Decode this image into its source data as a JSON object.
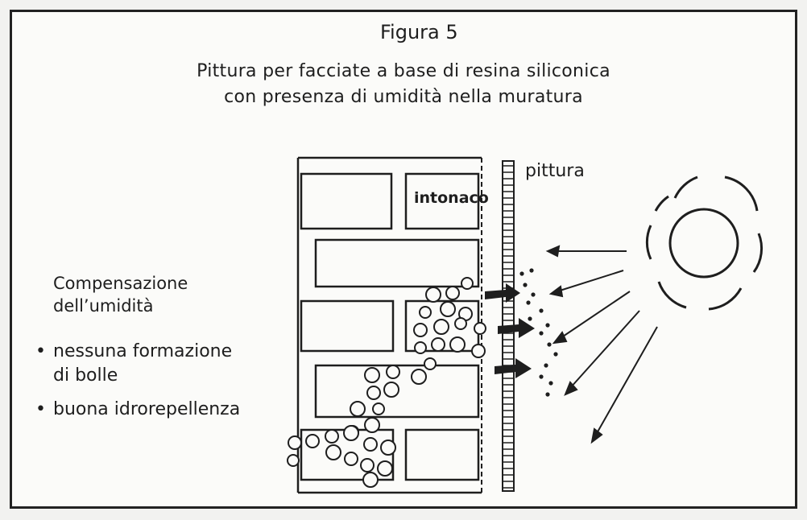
{
  "figure": {
    "label": "Figura 5",
    "title_line1": "Pittura per facciate a base di resina siliconica",
    "title_line2": "con presenza di umidità nella muratura"
  },
  "side_text": {
    "heading_line1": "Compensazione",
    "heading_line2": "dell’umidità",
    "bullets": [
      {
        "line1": "nessuna formazione",
        "line2": "di bolle"
      },
      {
        "line1": "buona idrorepellenza"
      }
    ],
    "bullet_symbol": "•"
  },
  "labels": {
    "paint": "pittura",
    "plaster": "intonaco"
  },
  "icons": [
    "sun-icon",
    "arrow-icon"
  ],
  "colors": {
    "ink": "#1e1e1e",
    "paper": "#fbfbf9"
  }
}
